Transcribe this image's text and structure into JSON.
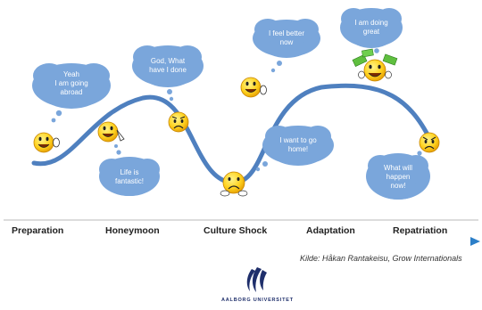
{
  "bubbles": {
    "b1": [
      "Yeah",
      "I am going",
      "abroad"
    ],
    "b2": [
      "God, What",
      "have I done"
    ],
    "b3": [
      "I feel better",
      "now"
    ],
    "b4": [
      "I am doing",
      "great"
    ],
    "b5": [
      "Life is",
      "fantastic!"
    ],
    "b6": [
      "I want to go",
      "home!"
    ],
    "b7": [
      "What will",
      "happen",
      "now!"
    ]
  },
  "stages": [
    "Preparation",
    "Honeymoon",
    "Culture Shock",
    "Adaptation",
    "Repatriation"
  ],
  "source": "Kilde: Håkan Rantakeisu, Grow Internationals",
  "university": "AALBORG UNIVERSITET",
  "colors": {
    "curve": "#4f80bf",
    "bubble": "#7aa6db",
    "axis": "#2a6fb5"
  }
}
